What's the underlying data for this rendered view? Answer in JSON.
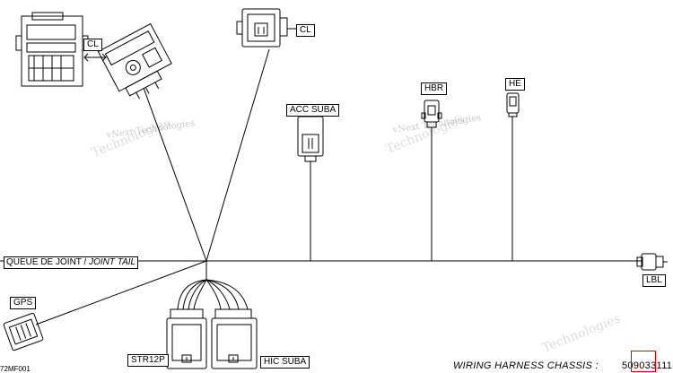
{
  "diagram": {
    "title": "WIRING HARNESS  CHASSIS :",
    "part_number": "509033111",
    "doc_ref": "72MF001",
    "watermark": {
      "line1": "vNext Technologies",
      "line2": "Technologies"
    },
    "connectors": {
      "cl_left": "CL",
      "cl_top": "CL",
      "acc_suba": "ACC SUBA",
      "hbr": "HBR",
      "he": "HE",
      "lbl": "LBL",
      "gps": "GPS",
      "str12p": "STR12P",
      "hic_suba": "HIC SUBA"
    },
    "joint_tail_fr": "QUEUE DE JOINT / ",
    "joint_tail_en": "JOINT TAIL",
    "highlight_color": "#e00000"
  }
}
